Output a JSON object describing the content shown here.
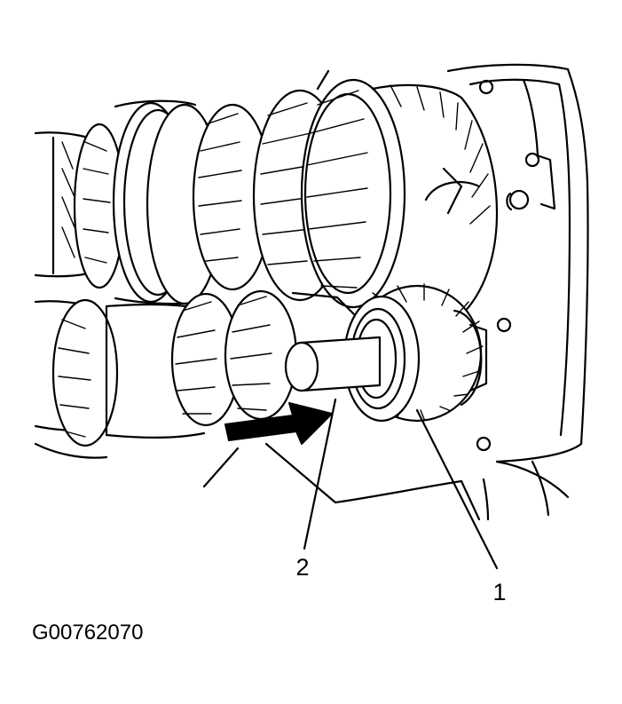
{
  "figure_code": "G00762070",
  "callouts": [
    {
      "id": "1",
      "text": "1"
    },
    {
      "id": "2",
      "text": "2"
    }
  ],
  "colors": {
    "ink": "#000000",
    "paper": "#ffffff"
  }
}
